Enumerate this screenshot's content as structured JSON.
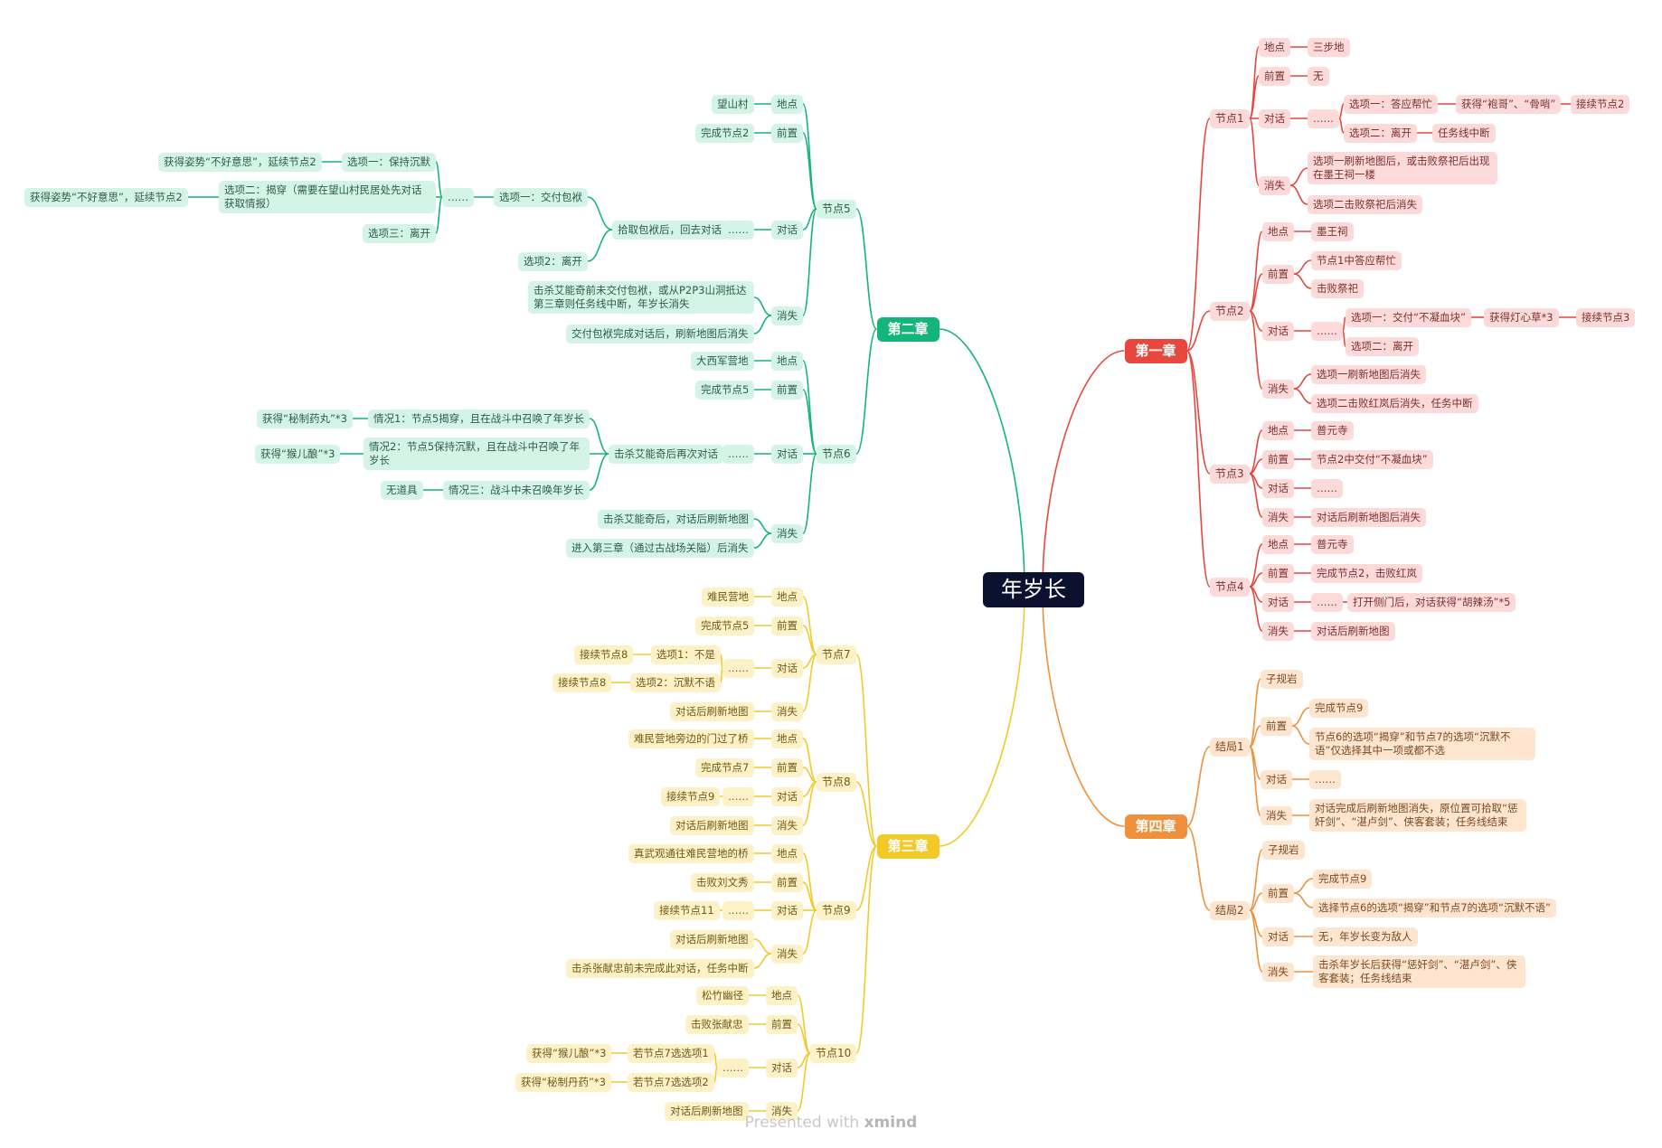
{
  "diagram": {
    "root": {
      "label": "年岁长"
    },
    "footer": {
      "prefix": "Presented with",
      "brand": "xmind"
    },
    "chapters": [
      {
        "key": "ch1",
        "label": "第一章",
        "color": "#e8473e",
        "tone": "r",
        "side": "right",
        "nodes": [
          {
            "label": "节点1",
            "children": [
              {
                "label": "地点",
                "children": [
                  {
                    "label": "三步地"
                  }
                ]
              },
              {
                "label": "前置",
                "children": [
                  {
                    "label": "无"
                  }
                ]
              },
              {
                "label": "对话",
                "children": [
                  {
                    "label": "……",
                    "children": [
                      {
                        "label": "选项一：答应帮忙",
                        "children": [
                          {
                            "label": "获得“袍哥”、“骨哨”",
                            "children": [
                              {
                                "label": "接续节点2"
                              }
                            ]
                          }
                        ]
                      },
                      {
                        "label": "选项二：离开",
                        "children": [
                          {
                            "label": "任务线中断"
                          }
                        ]
                      }
                    ]
                  }
                ]
              },
              {
                "label": "消失",
                "children": [
                  {
                    "label": "选项一刷新地图后，或击败祭祀后出现在墨王祠一楼"
                  },
                  {
                    "label": "选项二击败祭祀后消失"
                  }
                ]
              }
            ]
          },
          {
            "label": "节点2",
            "children": [
              {
                "label": "地点",
                "children": [
                  {
                    "label": "墨王祠"
                  }
                ]
              },
              {
                "label": "前置",
                "children": [
                  {
                    "label": "节点1中答应帮忙"
                  },
                  {
                    "label": "击败祭祀"
                  }
                ]
              },
              {
                "label": "对话",
                "children": [
                  {
                    "label": "……",
                    "children": [
                      {
                        "label": "选项一：交付“不凝血块”",
                        "children": [
                          {
                            "label": "获得灯心草*3",
                            "children": [
                              {
                                "label": "接续节点3"
                              }
                            ]
                          }
                        ]
                      },
                      {
                        "label": "选项二：离开"
                      }
                    ]
                  }
                ]
              },
              {
                "label": "消失",
                "children": [
                  {
                    "label": "选项一刷新地图后消失"
                  },
                  {
                    "label": "选项二击败红岚后消失，任务中断"
                  }
                ]
              }
            ]
          },
          {
            "label": "节点3",
            "children": [
              {
                "label": "地点",
                "children": [
                  {
                    "label": "普元寺"
                  }
                ]
              },
              {
                "label": "前置",
                "children": [
                  {
                    "label": "节点2中交付“不凝血块”"
                  }
                ]
              },
              {
                "label": "对话",
                "children": [
                  {
                    "label": "……"
                  }
                ]
              },
              {
                "label": "消失",
                "children": [
                  {
                    "label": "对话后刷新地图后消失"
                  }
                ]
              }
            ]
          },
          {
            "label": "节点4",
            "children": [
              {
                "label": "地点",
                "children": [
                  {
                    "label": "普元寺"
                  }
                ]
              },
              {
                "label": "前置",
                "children": [
                  {
                    "label": "完成节点2，击败红岚"
                  }
                ]
              },
              {
                "label": "对话",
                "children": [
                  {
                    "label": "……",
                    "children": [
                      {
                        "label": "打开侧门后，对话获得“胡辣汤”*5"
                      }
                    ]
                  }
                ]
              },
              {
                "label": "消失",
                "children": [
                  {
                    "label": "对话后刷新地图"
                  }
                ]
              }
            ]
          }
        ]
      },
      {
        "key": "ch4",
        "label": "第四章",
        "color": "#f0903c",
        "tone": "o",
        "side": "right",
        "nodes": [
          {
            "label": "结局1",
            "children": [
              {
                "label": "子规岩"
              },
              {
                "label": "前置",
                "children": [
                  {
                    "label": "完成节点9"
                  },
                  {
                    "label": "节点6的选项“揭穿”和节点7的选项“沉默不语”仅选择其中一项或都不选"
                  }
                ]
              },
              {
                "label": "对话",
                "children": [
                  {
                    "label": "……"
                  }
                ]
              },
              {
                "label": "消失",
                "children": [
                  {
                    "label": "对话完成后刷新地图消失，原位置可拾取“惩奸剑”、“湛卢剑”、侠客套装；任务线结束"
                  }
                ]
              }
            ]
          },
          {
            "label": "结局2",
            "children": [
              {
                "label": "子规岩"
              },
              {
                "label": "前置",
                "children": [
                  {
                    "label": "完成节点9"
                  },
                  {
                    "label": "选择节点6的选项“揭穿”和节点7的选项“沉默不语”"
                  }
                ]
              },
              {
                "label": "对话",
                "children": [
                  {
                    "label": "无，年岁长变为敌人"
                  }
                ]
              },
              {
                "label": "消失",
                "children": [
                  {
                    "label": "击杀年岁长后获得“惩奸剑”、“湛卢剑”、侠客套装；任务线结束"
                  }
                ]
              }
            ]
          }
        ]
      },
      {
        "key": "ch2",
        "label": "第二章",
        "color": "#14b57a",
        "tone": "g",
        "side": "left",
        "nodes": [
          {
            "label": "节点5",
            "children": [
              {
                "label": "地点",
                "children": [
                  {
                    "label": "望山村"
                  }
                ]
              },
              {
                "label": "前置",
                "children": [
                  {
                    "label": "完成节点2"
                  }
                ]
              },
              {
                "label": "对话",
                "children": [
                  {
                    "label": "……",
                    "children": [
                      {
                        "label": "拾取包袱后，回去对话",
                        "children": [
                          {
                            "label": "选项一：交付包袱",
                            "children": [
                              {
                                "label": "……",
                                "children": [
                                  {
                                    "label": "选项一：保持沉默",
                                    "children": [
                                      {
                                        "label": "获得姿势“不好意思”，延续节点2"
                                      }
                                    ]
                                  },
                                  {
                                    "label": "选项二：揭穿（需要在望山村民居处先对话获取情报）",
                                    "children": [
                                      {
                                        "label": "获得姿势“不好意思”，延续节点2"
                                      }
                                    ]
                                  },
                                  {
                                    "label": "选项三：离开"
                                  }
                                ]
                              }
                            ]
                          },
                          {
                            "label": "选项2：离开"
                          }
                        ]
                      }
                    ]
                  }
                ]
              },
              {
                "label": "消失",
                "children": [
                  {
                    "label": "击杀艾能奇前未交付包袱，或从P2P3山洞抵达第三章则任务线中断，年岁长消失"
                  },
                  {
                    "label": "交付包袱完成对话后，刷新地图后消失"
                  }
                ]
              }
            ]
          },
          {
            "label": "节点6",
            "children": [
              {
                "label": "地点",
                "children": [
                  {
                    "label": "大西军营地"
                  }
                ]
              },
              {
                "label": "前置",
                "children": [
                  {
                    "label": "完成节点5"
                  }
                ]
              },
              {
                "label": "对话",
                "children": [
                  {
                    "label": "……",
                    "children": [
                      {
                        "label": "击杀艾能奇后再次对话",
                        "children": [
                          {
                            "label": "情况1：节点5揭穿，且在战斗中召唤了年岁长",
                            "children": [
                              {
                                "label": "获得“秘制药丸”*3"
                              }
                            ]
                          },
                          {
                            "label": "情况2：节点5保持沉默，且在战斗中召唤了年岁长",
                            "children": [
                              {
                                "label": "获得“猴儿酿”*3"
                              }
                            ]
                          },
                          {
                            "label": "情况三：战斗中未召唤年岁长",
                            "children": [
                              {
                                "label": "无道具"
                              }
                            ]
                          }
                        ]
                      }
                    ]
                  }
                ]
              },
              {
                "label": "消失",
                "children": [
                  {
                    "label": "击杀艾能奇后，对话后刷新地图"
                  },
                  {
                    "label": "进入第三章（通过古战场关隘）后消失"
                  }
                ]
              }
            ]
          }
        ]
      },
      {
        "key": "ch3",
        "label": "第三章",
        "color": "#f3c928",
        "tone": "y",
        "side": "left",
        "nodes": [
          {
            "label": "节点7",
            "children": [
              {
                "label": "地点",
                "children": [
                  {
                    "label": "难民营地"
                  }
                ]
              },
              {
                "label": "前置",
                "children": [
                  {
                    "label": "完成节点5"
                  }
                ]
              },
              {
                "label": "对话",
                "children": [
                  {
                    "label": "……",
                    "children": [
                      {
                        "label": "选项1：不是",
                        "children": [
                          {
                            "label": "接续节点8"
                          }
                        ]
                      },
                      {
                        "label": "选项2：沉默不语",
                        "children": [
                          {
                            "label": "接续节点8"
                          }
                        ]
                      }
                    ]
                  }
                ]
              },
              {
                "label": "消失",
                "children": [
                  {
                    "label": "对话后刷新地图"
                  }
                ]
              }
            ]
          },
          {
            "label": "节点8",
            "children": [
              {
                "label": "地点",
                "children": [
                  {
                    "label": "难民营地旁边的门过了桥"
                  }
                ]
              },
              {
                "label": "前置",
                "children": [
                  {
                    "label": "完成节点7"
                  }
                ]
              },
              {
                "label": "对话",
                "children": [
                  {
                    "label": "……",
                    "children": [
                      {
                        "label": "接续节点9"
                      }
                    ]
                  }
                ]
              },
              {
                "label": "消失",
                "children": [
                  {
                    "label": "对话后刷新地图"
                  }
                ]
              }
            ]
          },
          {
            "label": "节点9",
            "children": [
              {
                "label": "地点",
                "children": [
                  {
                    "label": "真武观通往难民营地的桥"
                  }
                ]
              },
              {
                "label": "前置",
                "children": [
                  {
                    "label": "击败刘文秀"
                  }
                ]
              },
              {
                "label": "对话",
                "children": [
                  {
                    "label": "……",
                    "children": [
                      {
                        "label": "接续节点11"
                      }
                    ]
                  }
                ]
              },
              {
                "label": "消失",
                "children": [
                  {
                    "label": "对话后刷新地图"
                  },
                  {
                    "label": "击杀张献忠前未完成此对话，任务中断"
                  }
                ]
              }
            ]
          },
          {
            "label": "节点10",
            "children": [
              {
                "label": "地点",
                "children": [
                  {
                    "label": "松竹幽径"
                  }
                ]
              },
              {
                "label": "前置",
                "children": [
                  {
                    "label": "击败张献忠"
                  }
                ]
              },
              {
                "label": "对话",
                "children": [
                  {
                    "label": "……",
                    "children": [
                      {
                        "label": "若节点7选选项1",
                        "children": [
                          {
                            "label": "获得“猴儿酿”*3"
                          }
                        ]
                      },
                      {
                        "label": "若节点7选选项2",
                        "children": [
                          {
                            "label": "获得“秘制丹药”*3"
                          }
                        ]
                      }
                    ]
                  }
                ]
              },
              {
                "label": "消失",
                "children": [
                  {
                    "label": "对话后刷新地图"
                  }
                ]
              }
            ]
          }
        ]
      }
    ]
  }
}
